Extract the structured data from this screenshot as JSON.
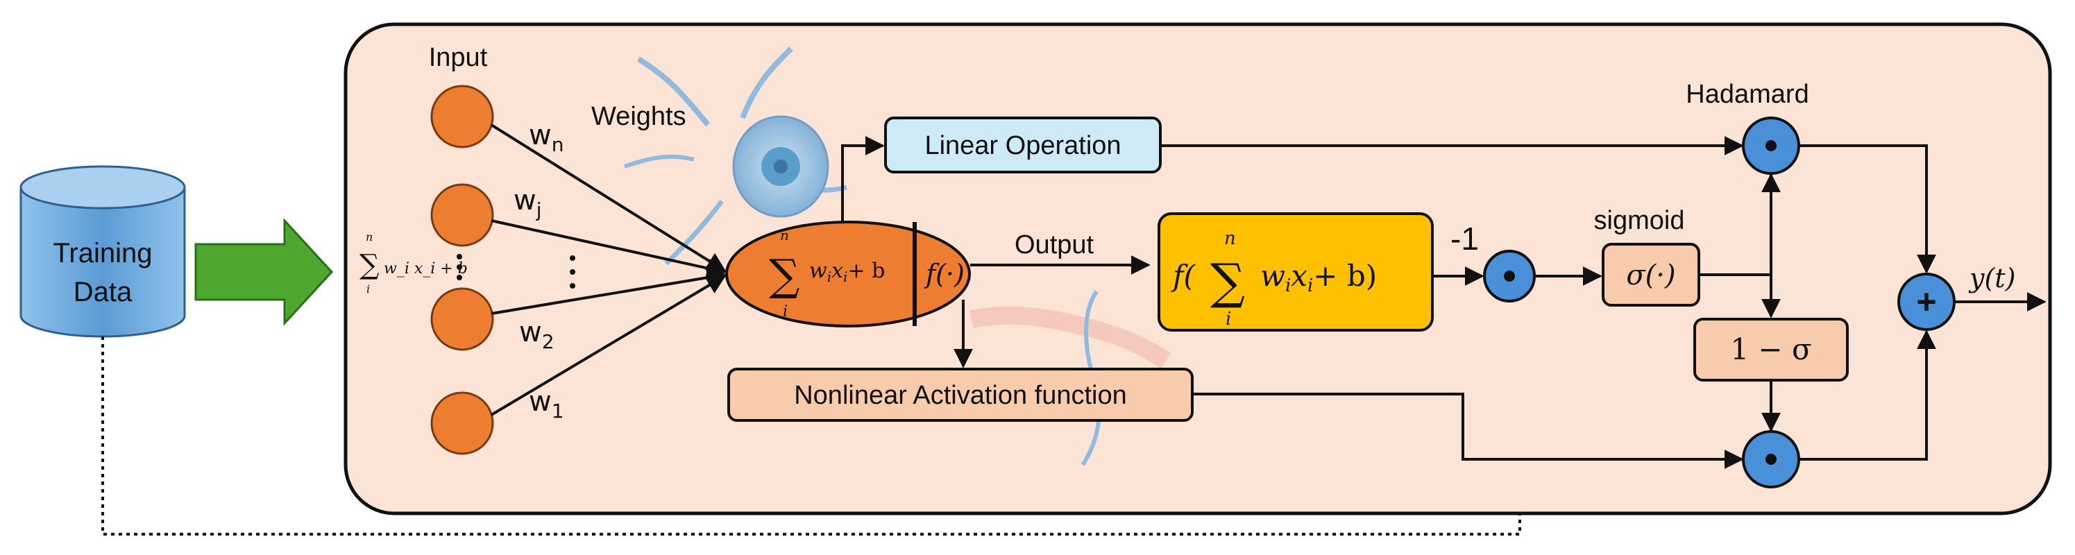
{
  "training": {
    "line1": "Training",
    "line2": "Data"
  },
  "panel": {
    "input_label": "Input",
    "weights_label": "Weights",
    "side_sum_text": "w_i x_i + b",
    "side_sum_sup": "n",
    "side_sum_sub": "i"
  },
  "weights": {
    "wn": "w",
    "wn_sub": "n",
    "wj": "w",
    "wj_sub": "j",
    "w2": "w",
    "w2_sub": "2",
    "w1": "w",
    "w1_sub": "1"
  },
  "neuron": {
    "sum_sup": "n",
    "sum_sub": "i",
    "sum_text": "w",
    "sum_text_i": "i",
    "sum_text_x": "x",
    "sum_text_xi": "i",
    "sum_text_b": "+ b",
    "activation": "f(·)"
  },
  "blocks": {
    "linear": "Linear Operation",
    "nonlinear": "Nonlinear Activation function",
    "output_label": "Output",
    "f_block_prefix": "f(",
    "f_block_w": "w",
    "f_block_wi": "i",
    "f_block_x": "x",
    "f_block_xi": "i",
    "f_block_b": "+ b)",
    "f_block_sup": "n",
    "f_block_sub": "i"
  },
  "gating": {
    "minus_one": "-1",
    "sigmoid_label": "sigmoid",
    "sigma_box": "σ(·)",
    "one_minus": "1 − σ",
    "hadamard_label": "Hadamard",
    "dot_symbol": "•",
    "plus_symbol": "+",
    "output_y": "y(t)"
  },
  "colors": {
    "panel_fill": "#fbe3d6",
    "node_orange": "#ed7d31",
    "operator_blue": "#4a90d9",
    "linear_fill": "#cfeaf7",
    "fblock_fill": "#ffc000",
    "salmon_fill": "#f8cbad",
    "arrow_green": "#4ea72e",
    "cylinder_blue": "#5b9bd5"
  }
}
